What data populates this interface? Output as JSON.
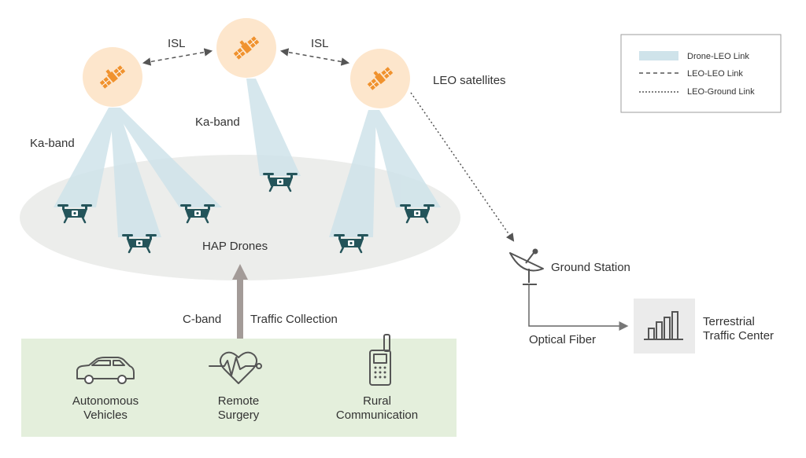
{
  "colors": {
    "satellite_glow": "#fde6cc",
    "satellite_body": "#f0922e",
    "beam": "#cfe3ea",
    "coverage_ellipse": "#ecedeb",
    "drone": "#24545a",
    "ground_band": "#e4efdc",
    "uplink_arrow": "#a39b98",
    "text": "#333333",
    "legend_border": "#9e9e9e"
  },
  "labels": {
    "isl_left": "ISL",
    "isl_right": "ISL",
    "leo_satellites": "LEO satellites",
    "ka_band_left": "Ka-band",
    "ka_band_center": "Ka-band",
    "hap_drones": "HAP Drones",
    "c_band": "C-band",
    "traffic_collection": "Traffic Collection",
    "ground_station": "Ground Station",
    "optical_fiber": "Optical Fiber",
    "terrestrial_line1": "Terrestrial",
    "terrestrial_line2": "Traffic Center"
  },
  "legend": {
    "drone_leo": "Drone-LEO Link",
    "leo_leo": "LEO-LEO Link",
    "leo_ground": "LEO-Ground Link"
  },
  "ground_apps": [
    {
      "icon": "car-icon",
      "line1": "Autonomous",
      "line2": "Vehicles"
    },
    {
      "icon": "heartbeat-icon",
      "line1": "Remote",
      "line2": "Surgery"
    },
    {
      "icon": "phone-icon",
      "line1": "Rural",
      "line2": "Communication"
    }
  ]
}
